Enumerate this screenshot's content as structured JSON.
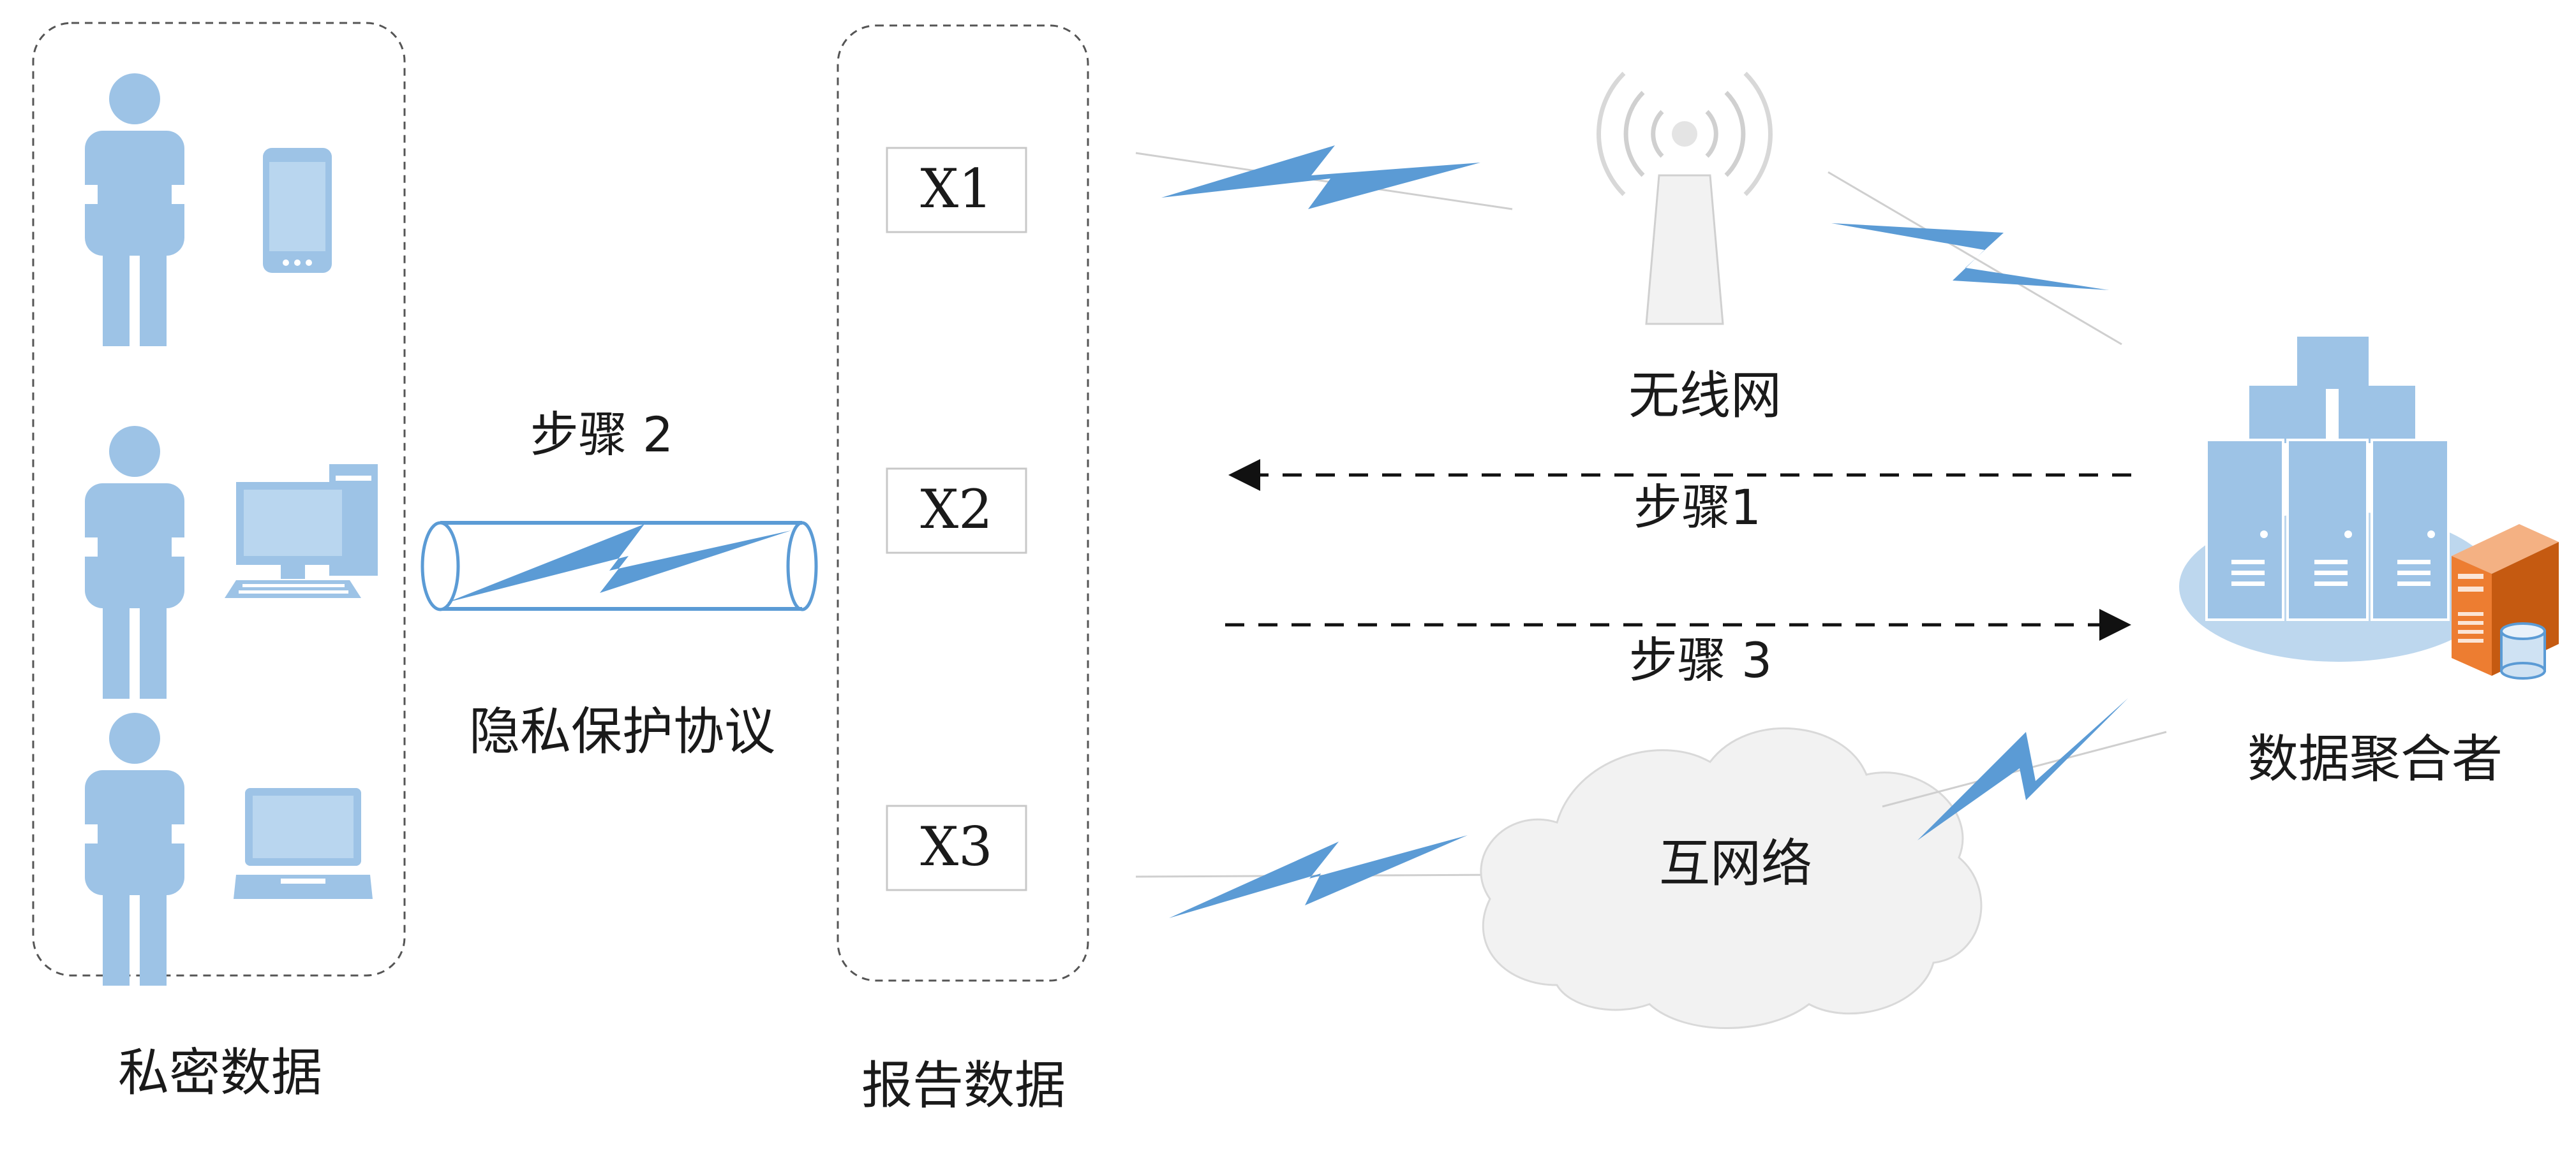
{
  "labels": {
    "private_data": "私密数据",
    "report_data": "报告数据",
    "privacy_protocol": "隐私保护协议",
    "step2": "步骤 2",
    "step1": "步骤1",
    "step3": "步骤 3",
    "wireless": "无线网",
    "internet": "互网络",
    "aggregator": "数据聚合者"
  },
  "reports": [
    "X1",
    "X2",
    "X3"
  ],
  "icons": {
    "user_1": "person-icon",
    "user_2": "person-icon",
    "user_3": "person-icon",
    "device_1": "smartphone-icon",
    "device_2": "desktop-computer-icon",
    "device_3": "laptop-icon",
    "tower": "wireless-tower-icon",
    "cloud": "cloud-icon",
    "server": "server-cluster-icon",
    "database": "database-server-icon"
  },
  "colors": {
    "icon_blue": "#9DC3E6",
    "lightning_blue": "#5B9BD5",
    "server_orange": "#ED7D31",
    "border_gray": "#555555"
  }
}
